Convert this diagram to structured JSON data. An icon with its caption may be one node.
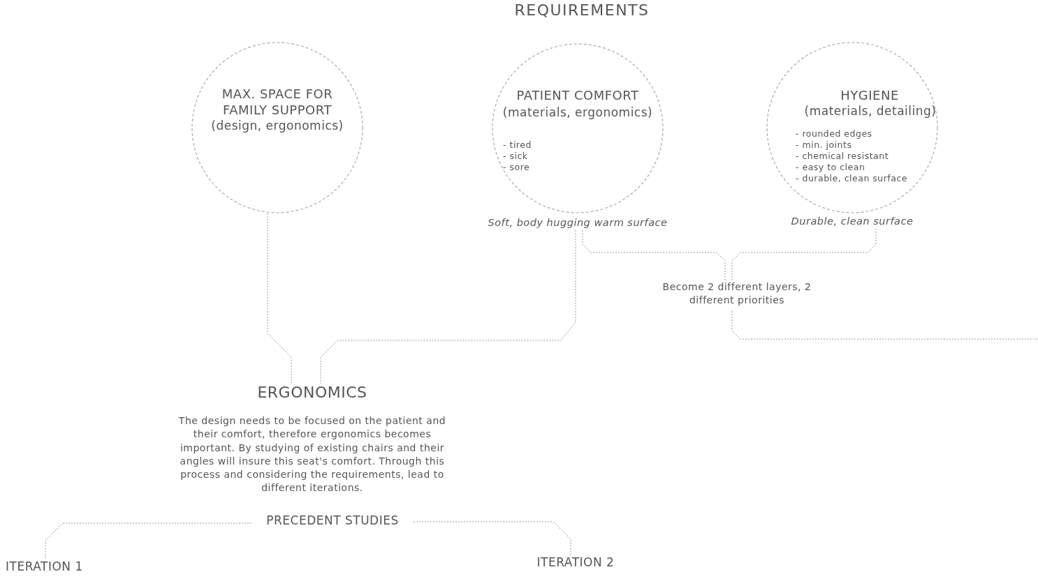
{
  "diagram": {
    "title": "REQUIREMENTS",
    "nodes": [
      {
        "text": [
          "MAX. SPACE FOR FAMILY SUPPORT",
          "(design, ergonomics)"
        ]
      },
      {
        "text": [
          "PATIENT COMFORT",
          "(materials, ergonomics)",
          "- tired",
          "- sick",
          "- sore"
        ],
        "beside": [
          "Soft, body hugging warm surface"
        ]
      },
      {
        "text": [
          "HYGIENE",
          "(materials, detailing)",
          "- rounded edges",
          "- min. joints",
          "- chemical resistant",
          "- easy to clean",
          "- durable, clean surface"
        ],
        "beside": [
          "Durable, clean surface"
        ]
      },
      {
        "text": [
          "Become 2 different layers, 2 different priorities"
        ]
      },
      {
        "text": [
          "ERGONOMICS",
          "The design needs to be focused on the patient and their comfort, therefore ergonomics becomes important. By studying of existing chairs and their angles will insure this seat's comfort. Through this process and considering the requirements, lead to different iterations."
        ]
      },
      {
        "text": [
          "PRECEDENT STUDIES"
        ]
      },
      {
        "text": [
          "ITERATION 1"
        ]
      },
      {
        "text": [
          "ITERATION 2"
        ]
      }
    ],
    "edges": [
      {
        "from": 0,
        "to": 4,
        "arrow": "none",
        "style": "dashed"
      },
      {
        "from": 1,
        "to": 4,
        "arrow": "none",
        "style": "dashed"
      },
      {
        "from": 1,
        "to": 3,
        "arrow": "none",
        "style": "dashed"
      },
      {
        "from": 2,
        "to": 3,
        "arrow": "none",
        "style": "dashed"
      },
      {
        "from": 3,
        "to": null,
        "arrow": "none",
        "style": "dashed"
      },
      {
        "from": 5,
        "to": 6,
        "arrow": "none",
        "style": "dashed"
      },
      {
        "from": 5,
        "to": 7,
        "arrow": "none",
        "style": "dashed"
      }
    ]
  }
}
